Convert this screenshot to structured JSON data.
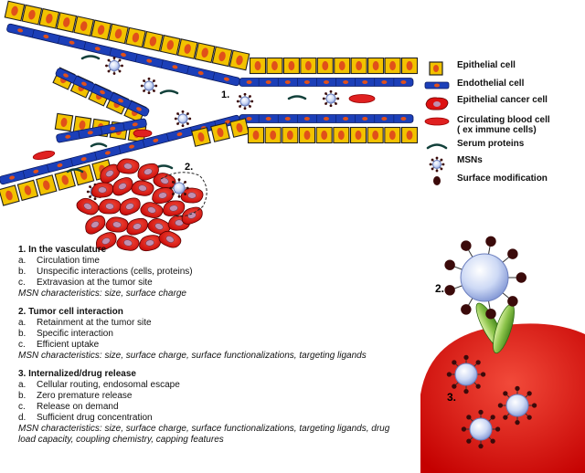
{
  "legend": [
    {
      "icon": "epithelial-cell-icon",
      "label": "Epithelial cell"
    },
    {
      "icon": "endothelial-cell-icon",
      "label": "Endothelial cell"
    },
    {
      "icon": "epithelial-cancer-cell-icon",
      "label": "Epithelial cancer cell"
    },
    {
      "icon": "circulating-blood-cell-icon",
      "label": "Circulating blood cell\n( ex immune cells)"
    },
    {
      "icon": "serum-protein-icon",
      "label": "Serum proteins"
    },
    {
      "icon": "msn-icon",
      "label": "MSNs"
    },
    {
      "icon": "surface-modification-icon",
      "label": "Surface modification"
    }
  ],
  "diagram_labels": {
    "vessel_marker": "1.",
    "tumor_marker": "2.",
    "right_step2_marker": "2.",
    "right_step3_marker": "3."
  },
  "steps": [
    {
      "title": "1. In the vasculature",
      "items": [
        {
          "marker": "a.",
          "text": "Circulation time"
        },
        {
          "marker": "b.",
          "text": "Unspecific interactions (cells, proteins)"
        },
        {
          "marker": "c.",
          "text": "Extravasion at the tumor site"
        }
      ],
      "msn": "MSN characteristics: size, surface charge"
    },
    {
      "title": "2. Tumor cell interaction",
      "items": [
        {
          "marker": "a.",
          "text": "Retainment at the tumor site"
        },
        {
          "marker": "b.",
          "text": "Specific interaction"
        },
        {
          "marker": "c.",
          "text": "Efficient uptake"
        }
      ],
      "msn": "MSN characteristics: size, surface charge, surface functionalizations, targeting ligands"
    },
    {
      "title": "3. Internalized/drug release",
      "items": [
        {
          "marker": "a.",
          "text": "Cellular routing, endosomal escape"
        },
        {
          "marker": "b.",
          "text": "Zero premature release"
        },
        {
          "marker": "c.",
          "text": "Release on demand"
        },
        {
          "marker": "d.",
          "text": "Sufficient drug concentration"
        }
      ],
      "msn": "MSN characteristics: size, surface charge, surface functionalizations, targeting ligands, drug load capacity, coupling chemistry, capping features"
    }
  ],
  "colors": {
    "epithelial_fill": "#f2c200",
    "epithelial_nucleus": "#e0501a",
    "endothelial_blue": "#1c3fb8",
    "cancer_red": "#dd1111",
    "cancer_nucleus": "#c08fb0",
    "blood_cell": "#e02020",
    "protein": "#12403a",
    "msn_fill": "#c7d6f4",
    "modification": "#3b0a0a",
    "ligand_green": "#8bc34a"
  }
}
